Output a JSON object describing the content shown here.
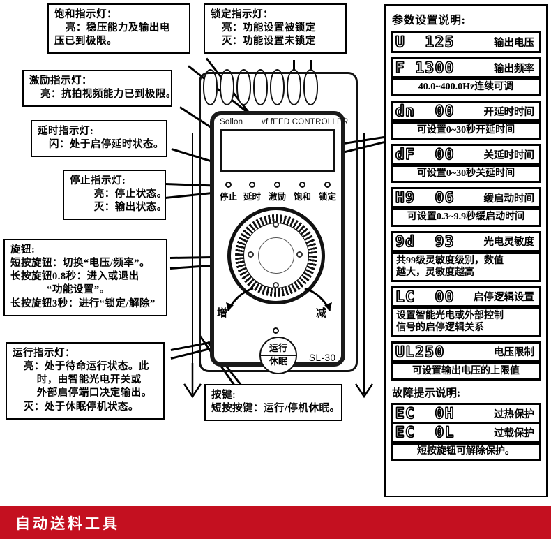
{
  "callouts": {
    "saturation": {
      "title": "饱和指示灯：",
      "lines": [
        "亮：稳压能力及输出电",
        "压已到极限。"
      ]
    },
    "lock": {
      "title": "锁定指示灯：",
      "lines": [
        "亮：功能设置被锁定",
        "灭：功能设置未锁定"
      ]
    },
    "excite": {
      "title": "激励指示灯：",
      "lines": [
        "亮：抗拍视频能力已到极限。"
      ]
    },
    "delay": {
      "title": "延时指示灯:",
      "lines": [
        "闪：处于启停延时状态。"
      ]
    },
    "stop": {
      "title": "停止指示灯:",
      "lines": [
        "亮：停止状态。",
        "灭：输出状态。"
      ]
    },
    "knob": {
      "title": "旋钮:",
      "lines": [
        "短按旋钮：切换“电压/频率”。",
        "长按旋钮0.8秒：进入或退出",
        "“功能设置”。",
        "长按旋钮3秒：进行“锁定/解除”"
      ]
    },
    "run": {
      "title": "运行指示灯：",
      "lines": [
        "亮：处于待命运行状态。此",
        "时，由智能光电开关或",
        "外部启停端口决定输出。",
        "灭：处于休眠停机状态。"
      ]
    },
    "button": {
      "title": "按键:",
      "lines": [
        "短按按键：运行/停机休眠。"
      ]
    }
  },
  "device": {
    "brand_left": "Sollon",
    "brand_right": "vf fEED CONTROLLER",
    "model": "SL-30",
    "leds": [
      {
        "label": "停止"
      },
      {
        "label": "延时"
      },
      {
        "label": "激励"
      },
      {
        "label": "饱和"
      },
      {
        "label": "锁定"
      }
    ],
    "knob_increase": "增",
    "knob_decrease": "减",
    "run_button_top": "运行",
    "run_button_bottom": "休眠"
  },
  "panel": {
    "title": "参数设置说明:",
    "fault_title": "故障提示说明:",
    "groups": [
      {
        "rows": [
          {
            "code": "U  125",
            "name": "输出电压"
          }
        ],
        "descs": []
      },
      {
        "rows": [
          {
            "code": "F 1300",
            "name": "输出频率"
          }
        ],
        "descs": [
          "40.0~400.0Hz连续可调"
        ]
      },
      {
        "rows": [
          {
            "code": "dn  00",
            "name": "开延时时间"
          }
        ],
        "descs": [
          "可设置0~30秒开延时间"
        ]
      },
      {
        "rows": [
          {
            "code": "dF  00",
            "name": "关延时时间"
          }
        ],
        "descs": [
          "可设置0~30秒关延时间"
        ]
      },
      {
        "rows": [
          {
            "code": "H9  06",
            "name": "缓启动时间"
          }
        ],
        "descs": [
          "可设置0.3~9.9秒缓启动时间"
        ]
      },
      {
        "rows": [
          {
            "code": "9d  93",
            "name": "光电灵敏度"
          }
        ],
        "descs": [
          "共99级灵敏度级别，数值",
          "越大，灵敏度越高"
        ]
      },
      {
        "rows": [
          {
            "code": "LC  00",
            "name": "启停逻辑设置"
          }
        ],
        "descs": [
          "设置智能光电或外部控制",
          "信号的启停逻辑关系"
        ]
      },
      {
        "rows": [
          {
            "code": "UL250",
            "name": "电压限制"
          }
        ],
        "descs": [
          "可设置输出电压的上限值"
        ]
      }
    ],
    "fault_groups": [
      {
        "rows": [
          {
            "code": "EC  0H",
            "name": "过热保护"
          },
          {
            "code": "EC  0L",
            "name": "过载保护"
          }
        ],
        "descs": [
          "短按旋钮可解除保护。"
        ]
      }
    ]
  },
  "banner": {
    "text": "自动送料工具",
    "color": "#c41020"
  }
}
